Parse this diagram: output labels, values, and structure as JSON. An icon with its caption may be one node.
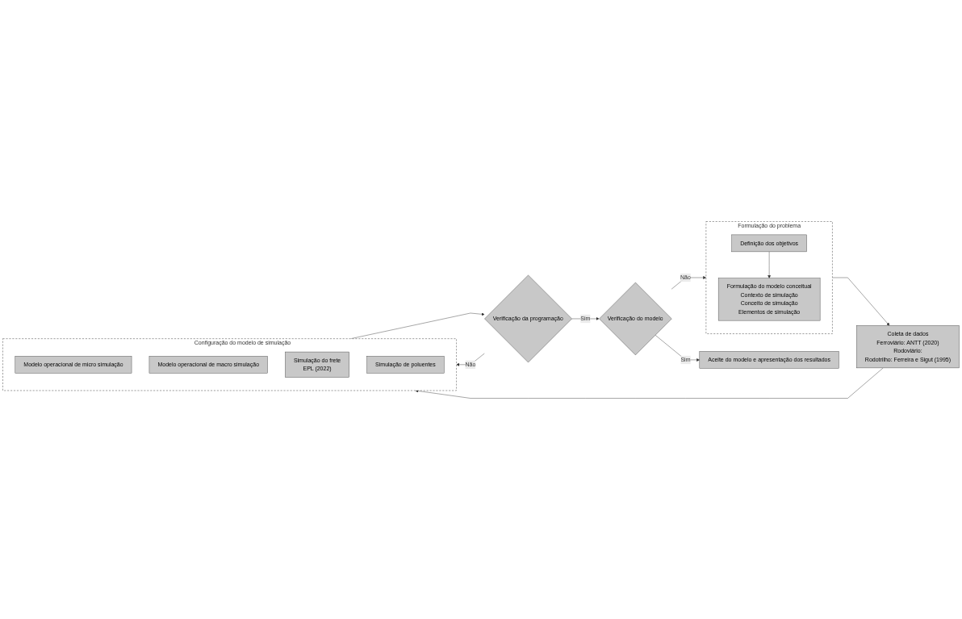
{
  "diagram": {
    "nodes": [
      {
        "text": [
          "Formulação do problema"
        ]
      },
      {
        "text": [
          "Definição dos objetivos"
        ],
        "in": 0
      },
      {
        "text": [
          "Formulação do modelo conceitual",
          "Contexto de simulação",
          "Conceito de simulação",
          "Elementos de simulação"
        ],
        "in": 0
      },
      {
        "text": [
          "Coleta de dados",
          "Ferroviário: ANTT (2020)",
          "Rodoviário:",
          "Rodotrilho: Ferreira e Sigut (1995)"
        ]
      },
      {
        "text": [
          "Configuração do modelo de simulação"
        ]
      },
      {
        "text": [
          "Modelo operacional de micro simulação"
        ],
        "in": 4
      },
      {
        "text": [
          "Modelo operacional de macro simulação"
        ],
        "in": 4
      },
      {
        "text": [
          "Simulação do frete",
          "EPL (2022)"
        ],
        "in": 4
      },
      {
        "text": [
          "Simulação de poluentes"
        ],
        "in": 4
      },
      {
        "text": [
          "Verificação da programação"
        ]
      },
      {
        "text": [
          "Verificação do modelo"
        ]
      },
      {
        "text": [
          "Aceite do modelo e apresentação dos resultados"
        ]
      }
    ],
    "edges": [
      {
        "from": 1,
        "to": 2,
        "arrow": "to"
      },
      {
        "from": 0,
        "to": 3,
        "arrow": "to"
      },
      {
        "from": 3,
        "to": 4,
        "arrow": "to"
      },
      {
        "from": 4,
        "to": 9,
        "arrow": "to"
      },
      {
        "from": 9,
        "to": 4,
        "label": "Não",
        "arrow": "to"
      },
      {
        "from": 9,
        "to": 10,
        "label": "Sim",
        "arrow": "to"
      },
      {
        "from": 10,
        "to": 11,
        "label": "Sim",
        "arrow": "to"
      },
      {
        "from": 10,
        "to": 0,
        "label": "Não",
        "arrow": "to"
      }
    ]
  }
}
